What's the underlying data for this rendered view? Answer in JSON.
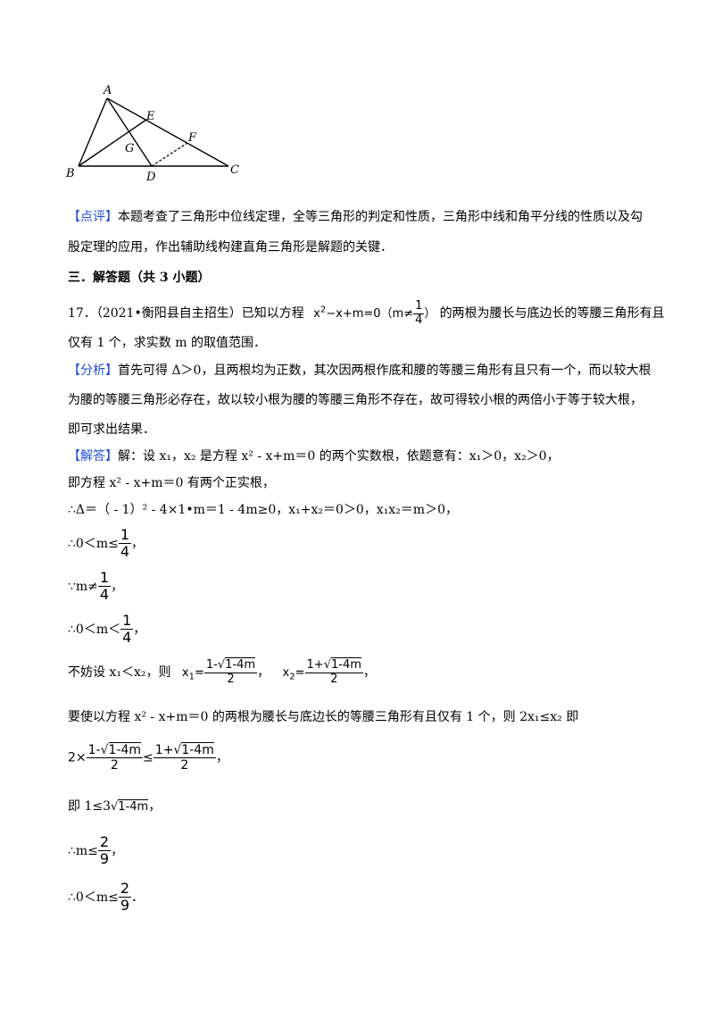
{
  "figure": {
    "labels": {
      "A": "A",
      "B": "B",
      "C": "C",
      "D": "D",
      "E": "E",
      "F": "F",
      "G": "G"
    }
  },
  "comment": {
    "tag": "【点评】",
    "line1": "本题考查了三角形中位线定理，全等三角形的判定和性质，三角形中线和角平分线的性质以及勾",
    "line2": "股定理的应用，作出辅助线构建直角三角形是解题的关键．"
  },
  "section": {
    "title": "三．解答题（共 3 小题）"
  },
  "problem": {
    "number": "17．",
    "source": "（2021•衡阳县自主招生）已知以方程",
    "equation_lhs": "x",
    "equation_exp": "2",
    "equation_rest": "−x+m=0（m≠",
    "frac_num": "1",
    "frac_den": "4",
    "close_paren": "）",
    "text_after": "的两根为腰长与底边长的等腰三角形有且",
    "line2": "仅有 1 个，求实数 m 的取值范围．"
  },
  "analysis": {
    "tag": "【分析】",
    "line1": "首先可得 Δ＞0，且两根均为正数，其次因两根作底和腰的等腰三角形有且只有一个，而以较大根",
    "line2": "为腰的等腰三角形必存在，故以较小根为腰的等腰三角形不存在，故可得较小根的两倍小于等于较大根，",
    "line3": "即可求出结果．"
  },
  "solution": {
    "tag": "【解答】",
    "line1": "解：设 x₁，x₂ 是方程 x² - x+m＝0 的两个实数根，依题意有：x₁＞0，x₂＞0，",
    "line2": "即方程 x² - x+m＝0 有两个正实根，",
    "line3": "∴Δ＝（ - 1）² - 4×1•m＝1 - 4m≥0，x₁+x₂＝0＞0，x₁x₂＝m＞0，",
    "step1_prefix": "∴0＜m≤",
    "step1_num": "1",
    "step1_den": "4",
    "step1_suffix": "，",
    "step2_prefix": "∵m≠",
    "step2_num": "1",
    "step2_den": "4",
    "step2_suffix": "，",
    "step3_prefix": "∴0＜m＜",
    "step3_num": "1",
    "step3_den": "4",
    "step3_suffix": "，",
    "roots_prefix": "不妨设 x₁＜x₂，则",
    "x1_label": "x",
    "x1_sub": "1",
    "x1_num_a": "1-",
    "x1_num_sqrt": "1-4m",
    "x1_den": "2",
    "sep": "，",
    "x2_label": "x",
    "x2_sub": "2",
    "x2_num_a": "1+",
    "x2_num_sqrt": "1-4m",
    "x2_den": "2",
    "roots_suffix": "，",
    "cond_line": "要使以方程 x² - x+m＝0 的两根为腰长与底边长的等腰三角形有且仅有 1 个，则 2x₁≤x₂ 即",
    "ineq_coef": "2×",
    "ineq_l_num_a": "1-",
    "ineq_l_num_sqrt": "1-4m",
    "ineq_l_den": "2",
    "ineq_rel": "≤",
    "ineq_r_num_a": "1+",
    "ineq_r_num_sqrt": "1-4m",
    "ineq_r_den": "2",
    "ineq_suffix": "，",
    "simp_prefix": "即 1≤3",
    "simp_sqrt": "1-4m",
    "simp_suffix": "，",
    "res1_prefix": "∴m≤",
    "res1_num": "2",
    "res1_den": "9",
    "res1_suffix": "，",
    "res2_prefix": "∴0＜m≤",
    "res2_num": "2",
    "res2_den": "9",
    "res2_suffix": "．"
  }
}
